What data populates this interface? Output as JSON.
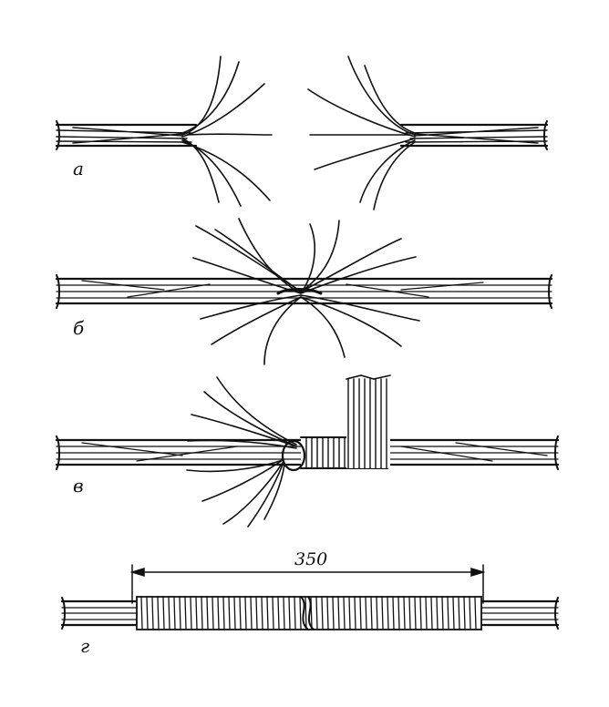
{
  "panels": [
    {
      "id": "a",
      "label": "а"
    },
    {
      "id": "b",
      "label": "б"
    },
    {
      "id": "v",
      "label": "в"
    },
    {
      "id": "g",
      "label": "г"
    }
  ],
  "dimension": {
    "value": "350"
  },
  "colors": {
    "ink": "#111111",
    "background": "#ffffff"
  }
}
